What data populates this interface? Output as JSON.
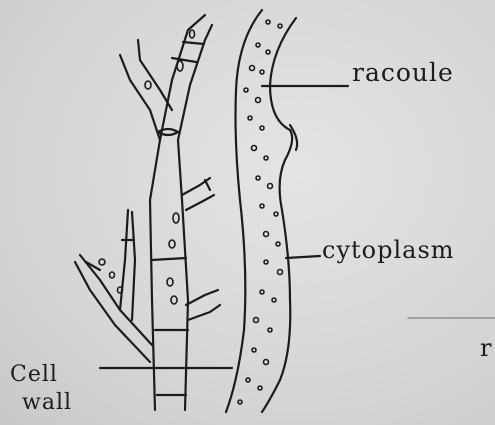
{
  "labels": {
    "vacuole": "racoule",
    "cytoplasm": "cytoplasm",
    "cell_wall_line1": "Cell",
    "cell_wall_line2": "wall",
    "margin_mark": "r"
  },
  "colors": {
    "paper": "#d9d9d7",
    "ink": "#1c1c1c"
  }
}
